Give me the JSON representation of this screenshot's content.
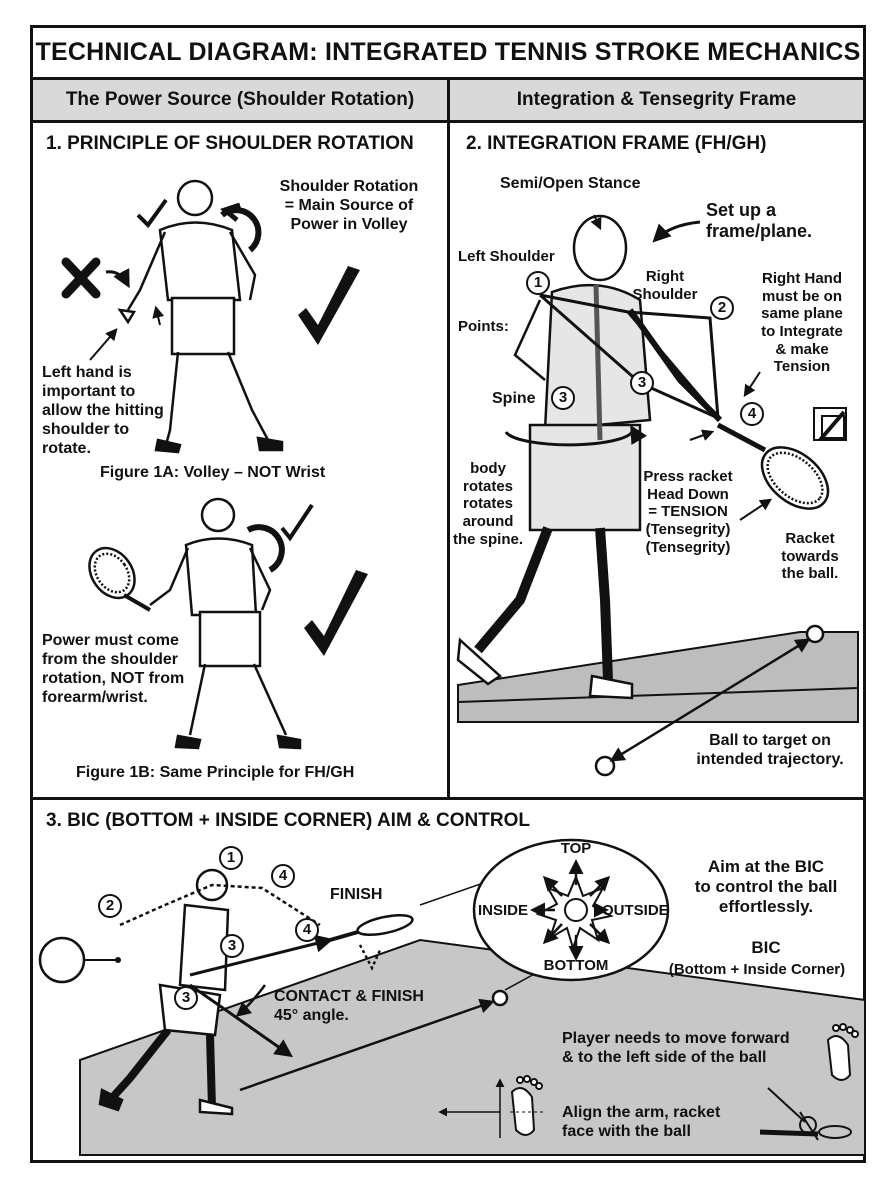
{
  "title": "TECHNICAL DIAGRAM: INTEGRATED TENNIS STROKE MECHANICS",
  "header": {
    "left": "The Power Source (Shoulder Rotation)",
    "right": "Integration & Tensegrity Frame"
  },
  "section1": {
    "heading": "1. PRINCIPLE OF SHOULDER ROTATION",
    "rotation_note": [
      "Shoulder Rotation",
      "= Main Source of",
      "Power in Volley"
    ],
    "left_hand_note": [
      "Left hand is",
      "important to",
      "allow the hitting",
      "shoulder to",
      "rotate."
    ],
    "figure_1a": "Figure 1A: Volley – NOT Wrist",
    "power_note": [
      "Power must come",
      "from the shoulder",
      "rotation, NOT from",
      "forearm/wrist."
    ],
    "figure_1b": "Figure 1B: Same Principle for FH/GH"
  },
  "section2": {
    "heading": "2. INTEGRATION FRAME (FH/GH)",
    "stance": "Semi/Open Stance",
    "setup": [
      "Set up a",
      "frame/plane."
    ],
    "left_shoulder": "Left Shoulder",
    "right_shoulder": [
      "Right",
      "Shoulder"
    ],
    "points": "Points:",
    "right_hand": [
      "Right Hand",
      "must be on",
      "same plane",
      "to Integrate",
      "& make",
      "Tension"
    ],
    "spine": "Spine",
    "body_rotates": [
      "body",
      "rotates",
      "rotates",
      "around",
      "the spine."
    ],
    "press": [
      "Press racket",
      "Head Down",
      "= TENSION",
      "(Tensegrity)",
      "(Tensegrity)"
    ],
    "racket_towards": [
      "Racket",
      "towards",
      "the ball."
    ],
    "ball_target": [
      "Ball to target on",
      "intended trajectory."
    ],
    "numbers": [
      "1",
      "2",
      "3",
      "3",
      "4"
    ]
  },
  "section3": {
    "heading": "3. BIC (BOTTOM + INSIDE CORNER) AIM & CONTROL",
    "finish": "FINISH",
    "contact": [
      "CONTACT & FINISH",
      "45° angle."
    ],
    "compass": {
      "top": "TOP",
      "bottom": "BOTTOM",
      "inside": "INSIDE",
      "outside": "OUTSIDE"
    },
    "aim": [
      "Aim at the BIC",
      "to control the ball",
      "effortlessly."
    ],
    "bic": "BIC",
    "bic_full": "(Bottom + Inside Corner)",
    "move": [
      "Player needs to move forward",
      "& to the left side of the ball"
    ],
    "align": [
      "Align the arm, racket",
      "face with the ball"
    ],
    "numbers": [
      "1",
      "2",
      "3",
      "3",
      "4",
      "4"
    ]
  }
}
